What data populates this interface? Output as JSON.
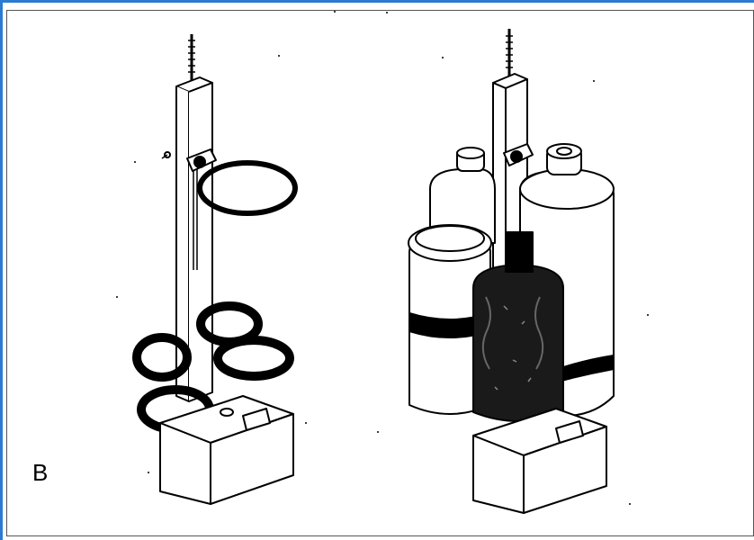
{
  "figure": {
    "panel_label": "B",
    "illustrations": [
      {
        "name": "empty-bottle-holder-stand",
        "description_icon": "ring-stand-with-elastic-straps"
      },
      {
        "name": "loaded-bottle-holder-stand",
        "description_icon": "ring-stand-with-four-bottles"
      }
    ]
  },
  "colors": {
    "frame_accent": "#2b7bd0",
    "ink": "#000000",
    "paper": "#ffffff"
  }
}
